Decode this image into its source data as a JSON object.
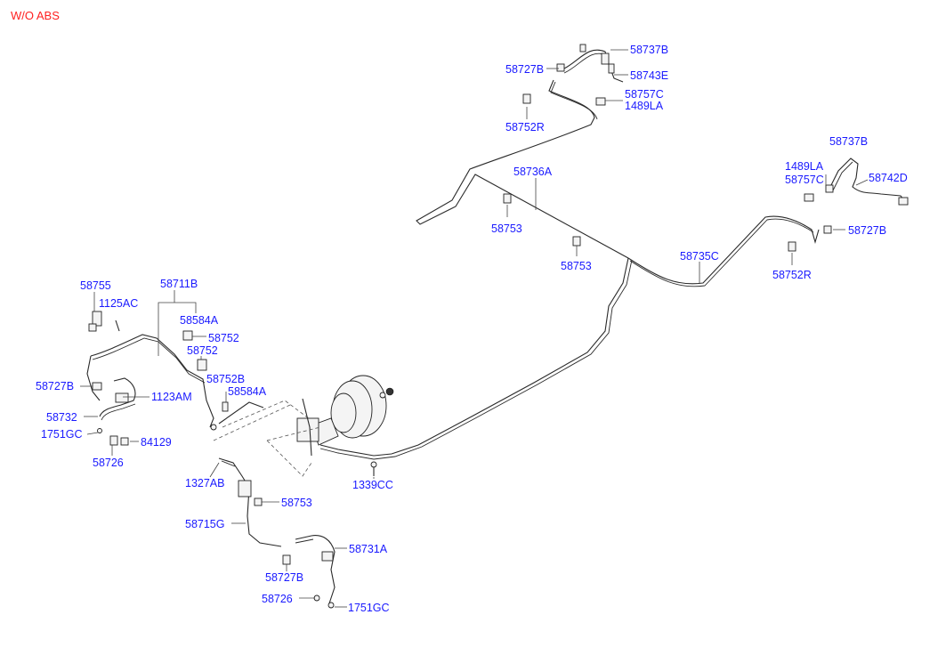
{
  "diagram": {
    "title": "W/O ABS",
    "colors": {
      "title": "#ff2020",
      "labels": "#1a1aff",
      "lines": "#2a2a2a"
    },
    "labels": [
      "58737B",
      "58727B",
      "58743E",
      "58757C",
      "1489LA",
      "58752R",
      "58736A",
      "58753",
      "58753",
      "58737B",
      "1489LA",
      "58757C",
      "58742D",
      "58727B",
      "58735C",
      "58752R",
      "58755",
      "58711B",
      "1125AC",
      "58584A",
      "58752",
      "58752",
      "58727B",
      "1123AM",
      "58752B",
      "58584A",
      "58732",
      "1751GC",
      "84129",
      "58726",
      "1327AB",
      "58753",
      "1339CC",
      "58715G",
      "58731A",
      "58727B",
      "58726",
      "1751GC"
    ]
  }
}
